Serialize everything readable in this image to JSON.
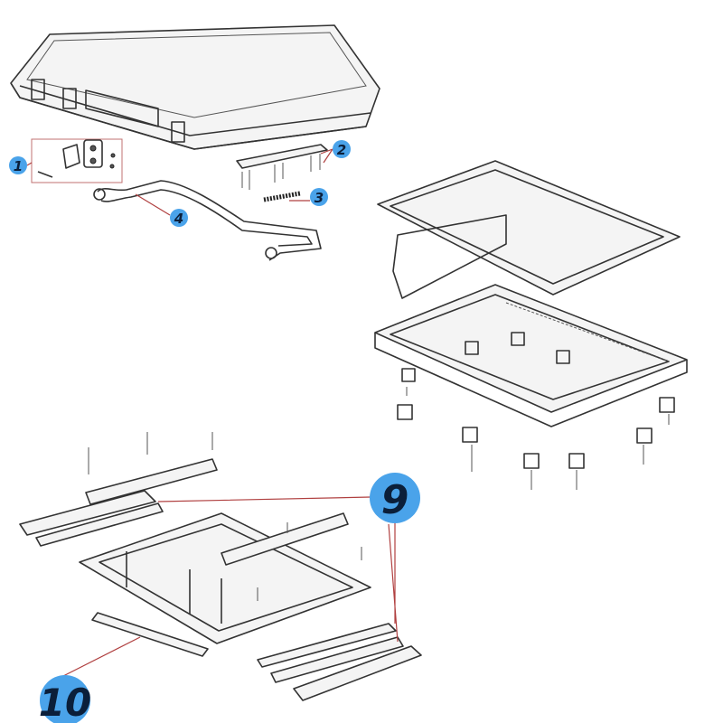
{
  "diagram": {
    "type": "exploded-parts-diagram",
    "callouts": [
      {
        "id": "callout-1",
        "label": "1"
      },
      {
        "id": "callout-2",
        "label": "2"
      },
      {
        "id": "callout-3",
        "label": "3"
      },
      {
        "id": "callout-4",
        "label": "4"
      },
      {
        "id": "callout-9",
        "label": "9"
      },
      {
        "id": "callout-10",
        "label": "10"
      }
    ],
    "colors": {
      "callout": "#4aa3ea",
      "leader": "#b04040",
      "line": "#333333"
    }
  }
}
